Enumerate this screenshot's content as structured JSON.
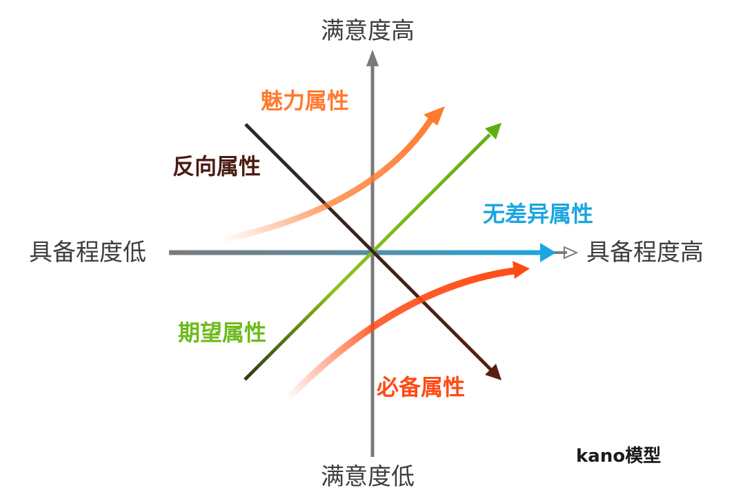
{
  "axes": {
    "satisfaction_high": "满意度高",
    "satisfaction_low": "满意度低",
    "fulfillment_low": "具备程度低",
    "fulfillment_high": "具备程度高"
  },
  "attributes": {
    "attractive": {
      "label": "魅力属性",
      "color": "#ff7a2e"
    },
    "reverse": {
      "label": "反向属性",
      "color": "#4a1c12"
    },
    "indifferent": {
      "label": "无差异属性",
      "color": "#1aa6e0"
    },
    "performance": {
      "label": "期望属性",
      "color": "#6dbb1b"
    },
    "must_be": {
      "label": "必备属性",
      "color": "#ff4a14"
    }
  },
  "colors": {
    "axis": "#7a7a7a"
  },
  "title": "kano模型"
}
